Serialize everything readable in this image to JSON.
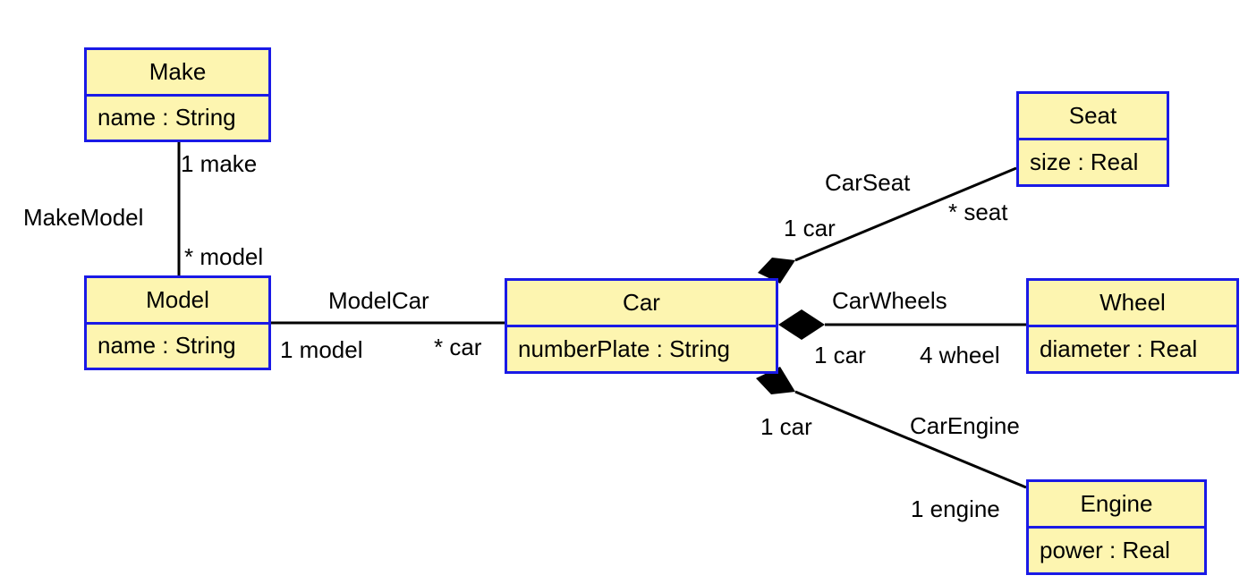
{
  "colors": {
    "class_border": "#1a1ae6",
    "class_fill": "#fdf5b0",
    "line": "#000000"
  },
  "classes": {
    "make": {
      "name": "Make",
      "attribute": "name : String"
    },
    "model": {
      "name": "Model",
      "attribute": "name : String"
    },
    "car": {
      "name": "Car",
      "attribute": "numberPlate : String"
    },
    "seat": {
      "name": "Seat",
      "attribute": "size : Real"
    },
    "wheel": {
      "name": "Wheel",
      "attribute": "diameter : Real"
    },
    "engine": {
      "name": "Engine",
      "attribute": "power : Real"
    }
  },
  "associations": {
    "make_model": {
      "name": "MakeModel",
      "end_a": "1 make",
      "end_b": "* model"
    },
    "model_car": {
      "name": "ModelCar",
      "end_a": "1 model",
      "end_b": "* car"
    },
    "car_seat": {
      "name": "CarSeat",
      "end_a": "1 car",
      "end_b": "* seat",
      "composition": true
    },
    "car_wheels": {
      "name": "CarWheels",
      "end_a": "1 car",
      "end_b": "4 wheel",
      "composition": true
    },
    "car_engine": {
      "name": "CarEngine",
      "end_a": "1 car",
      "end_b": "1 engine",
      "composition": true
    }
  }
}
